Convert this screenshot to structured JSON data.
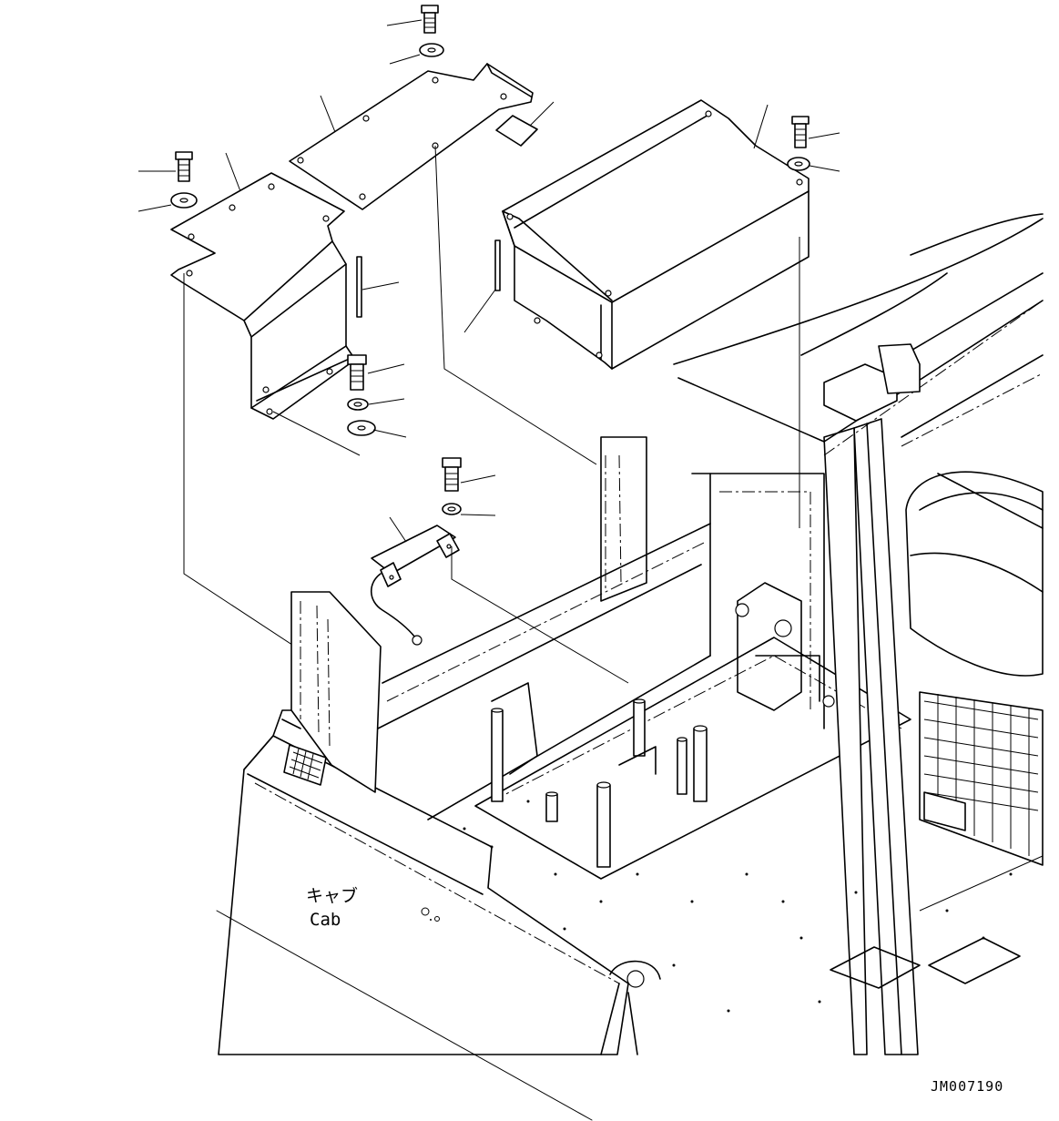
{
  "labels": {
    "cab_jp": "キャブ",
    "cab_en": "Cab",
    "drawing_code": "JM007190"
  }
}
